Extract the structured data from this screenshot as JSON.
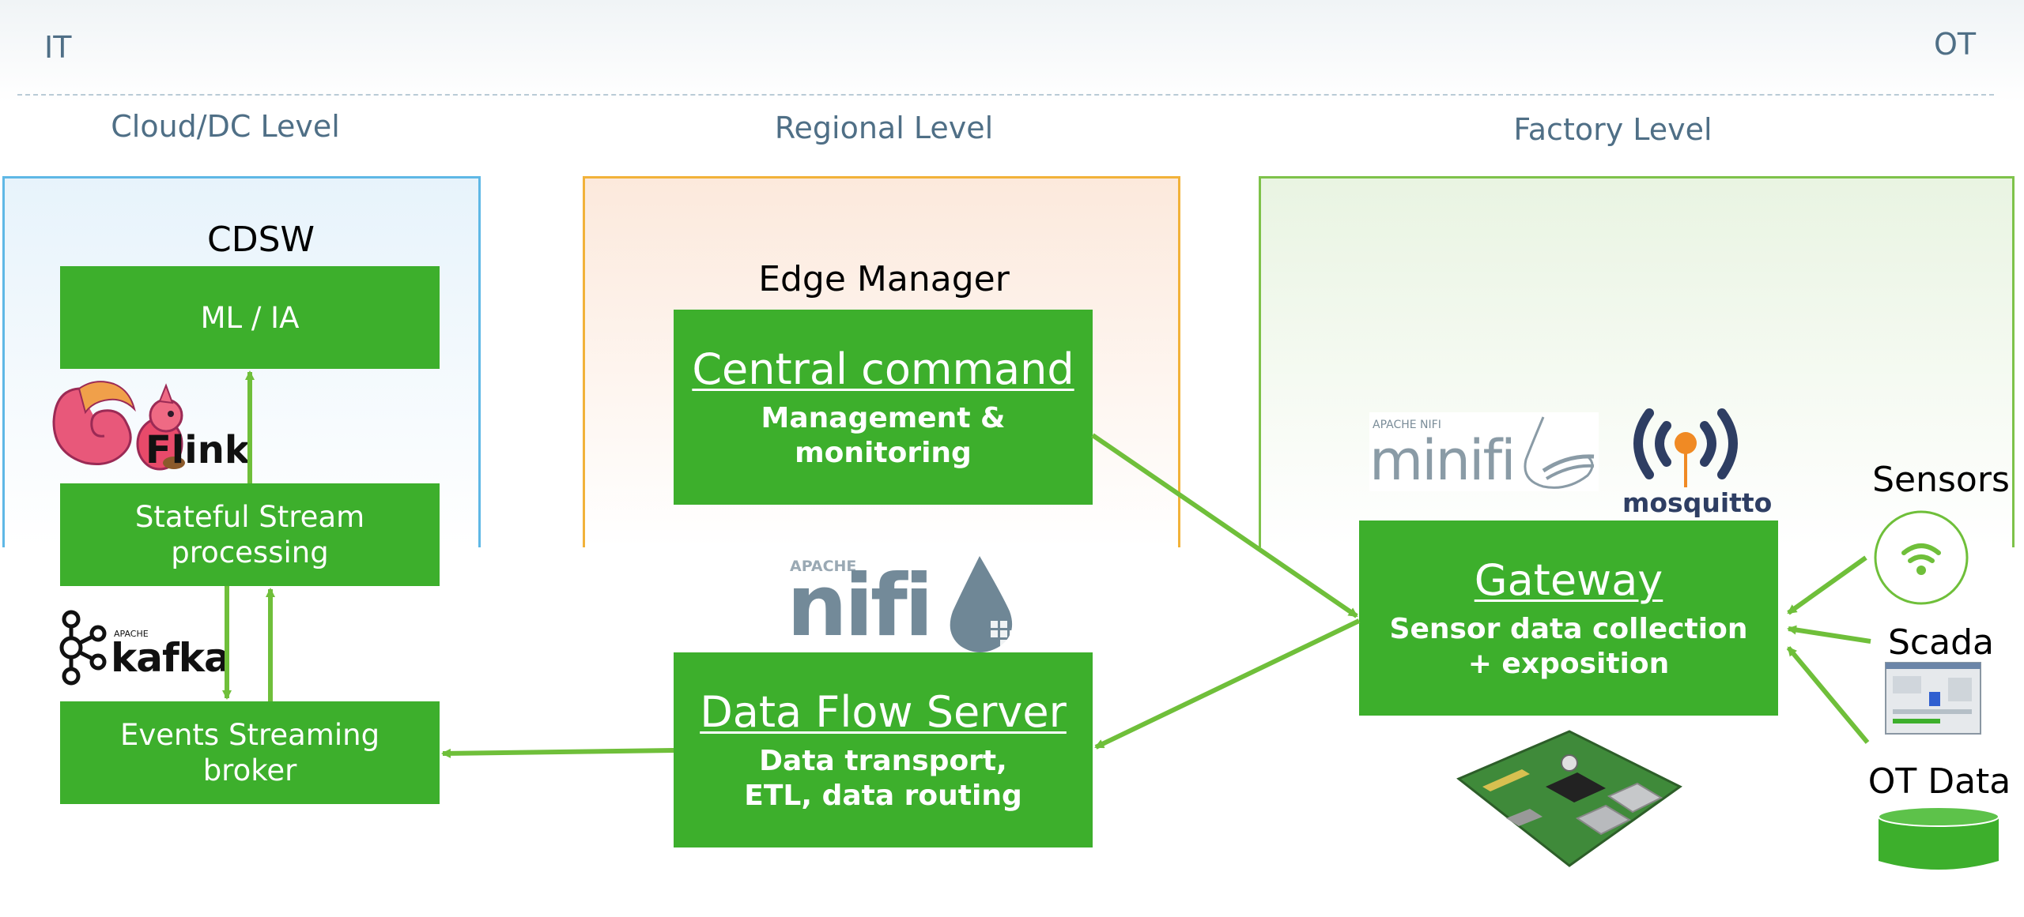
{
  "top": {
    "it": "IT",
    "ot": "OT"
  },
  "levels": {
    "cloud": "Cloud/DC Level",
    "regional": "Regional Level",
    "factory": "Factory Level"
  },
  "cloud": {
    "platform": "CDSW",
    "ml_box": "ML / IA",
    "flink_logo": "Flink",
    "stream_box": "Stateful Stream processing",
    "kafka_logo": {
      "small": "APACHE",
      "name": "kafka"
    },
    "events_box": "Events Streaming broker"
  },
  "regional": {
    "manager": "Edge Manager",
    "central": {
      "title": "Central command",
      "sub": "Management & monitoring"
    },
    "nifi_logo": {
      "small": "APACHE",
      "name": "nifi"
    },
    "dataflow": {
      "title": "Data Flow Server",
      "sub": "Data transport, ETL, data routing"
    }
  },
  "factory": {
    "minifi_logo": {
      "small": "APACHE NIFI",
      "name": "minifi"
    },
    "mosquitto_logo": "mosquitto",
    "gateway": {
      "title": "Gateway",
      "sub": "Sensor data collection + exposition"
    },
    "sensors": "Sensors",
    "scada": "Scada",
    "ot_data": "OT Data"
  },
  "colors": {
    "box_green": "#3daf2c",
    "arrow_green": "#6fbf3a",
    "label_blue": "#4f6f86"
  }
}
